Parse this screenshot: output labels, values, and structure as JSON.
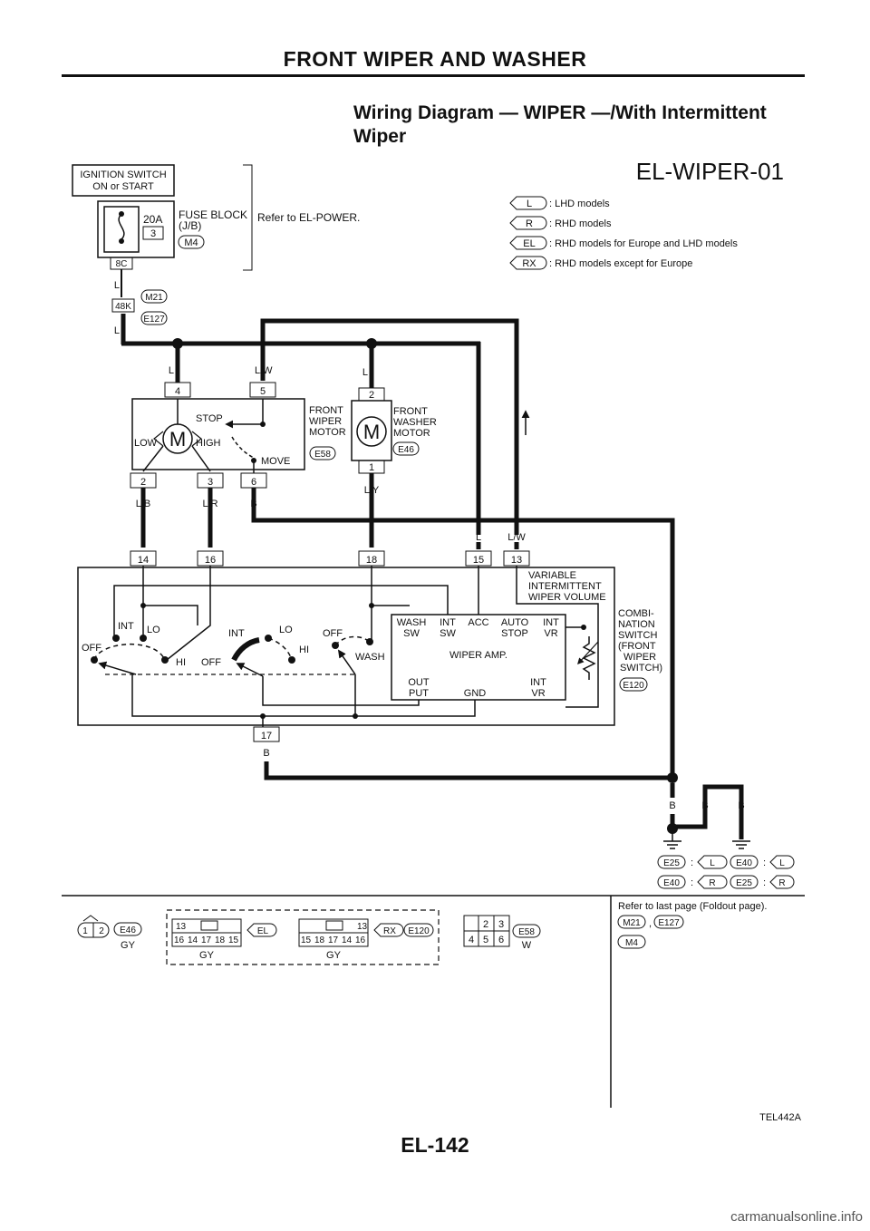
{
  "page": {
    "header": "FRONT WIPER AND WASHER",
    "title_line1": "Wiring Diagram — WIPER —/With Intermittent",
    "title_line2": "Wiper",
    "diagram_id": "EL-WIPER-01",
    "page_number": "EL-142",
    "figure_code": "TEL442A",
    "watermark": "carmanualsonline.info"
  },
  "legend": [
    {
      "code": "L",
      "desc": ": LHD models"
    },
    {
      "code": "R",
      "desc": ": RHD models"
    },
    {
      "code": "EL",
      "desc": ": RHD models for Europe and LHD models"
    },
    {
      "code": "RX",
      "desc": ": RHD models except for Europe"
    }
  ],
  "power": {
    "ignition_line1": "IGNITION SWITCH",
    "ignition_line2": "ON or START",
    "fuse_rating": "20A",
    "fuse_number": "3",
    "fuse_block_line1": "FUSE BLOCK",
    "fuse_block_line2": "(J/B)",
    "fuse_block_connector": "M4",
    "fuse_terminal": "8C",
    "refer": "Refer to EL-POWER.",
    "wire_L": "L",
    "junction_terminal": "48K",
    "junction_conn1": "M21",
    "junction_conn2": "E127"
  },
  "wiper_motor": {
    "label_line1": "FRONT",
    "label_line2": "WIPER",
    "label_line3": "MOTOR",
    "connector": "E58",
    "motor_symbol": "M",
    "stop": "STOP",
    "low": "LOW",
    "high": "HIGH",
    "move": "MOVE",
    "pins_top": [
      "4",
      "5"
    ],
    "pins_bottom": [
      "2",
      "3",
      "6"
    ],
    "wires_top": [
      "L",
      "L/W"
    ],
    "wires_bottom": [
      "L/B",
      "L/R",
      "B"
    ]
  },
  "washer_motor": {
    "label_line1": "FRONT",
    "label_line2": "WASHER",
    "label_line3": "MOTOR",
    "connector": "E46",
    "motor_symbol": "M",
    "pin_top": "2",
    "pin_bottom": "1",
    "wire_top": "L",
    "wire_bottom": "L/Y"
  },
  "combination_switch": {
    "label_line1": "COMBI-",
    "label_line2": "NATION",
    "label_line3": "SWITCH",
    "label_line4": "(FRONT",
    "label_line5": "WIPER",
    "label_line6": "SWITCH)",
    "connector": "E120",
    "pins_top": [
      "14",
      "16",
      "18",
      "15",
      "13"
    ],
    "pin_bottom": "17",
    "wires_right": [
      "L",
      "L/W"
    ],
    "wire_bottom": "B",
    "vr_line1": "VARIABLE",
    "vr_line2": "INTERMITTENT",
    "vr_line3": "WIPER VOLUME",
    "sw_off": "OFF",
    "sw_int": "INT",
    "sw_lo": "LO",
    "sw_hi": "HI",
    "sw_wash": "WASH",
    "amp_title": "WIPER AMP.",
    "amp_wash_sw": "WASH",
    "amp_wash_sw2": "SW",
    "amp_int_sw": "INT",
    "amp_int_sw2": "SW",
    "amp_acc": "ACC",
    "amp_auto": "AUTO",
    "amp_auto2": "STOP",
    "amp_int_vr": "INT",
    "amp_int_vr2": "VR",
    "amp_output": "OUT",
    "amp_output2": "PUT",
    "amp_gnd": "GND",
    "amp_int_vr_b": "INT",
    "amp_int_vr_b2": "VR"
  },
  "ground": {
    "wires": [
      "B",
      "B",
      "B"
    ],
    "row1_a": "E25",
    "row1_a_code": "L",
    "row1_b": "E40",
    "row1_b_code": "L",
    "row2_a": "E40",
    "row2_a_code": "R",
    "row2_b": "E25",
    "row2_b_code": "R",
    "colon": ":"
  },
  "connectors": {
    "e46_pins": [
      "1",
      "2"
    ],
    "e46_name": "E46",
    "e46_color": "GY",
    "el_top_pin": "13",
    "el_pins": [
      "16",
      "14",
      "17",
      "18",
      "15"
    ],
    "el_code": "EL",
    "el_color": "GY",
    "rx_top_pin": "13",
    "rx_pins": [
      "15",
      "18",
      "17",
      "14",
      "16"
    ],
    "rx_code": "RX",
    "rx_name": "E120",
    "rx_color": "GY",
    "e58_pins_top": [
      "2",
      "3"
    ],
    "e58_pins_bottom": [
      "4",
      "5",
      "6"
    ],
    "e58_name": "E58",
    "e58_color": "W",
    "refer_last": "Refer to last page (Foldout page).",
    "ref_m21": "M21",
    "ref_comma": ",",
    "ref_e127": "E127",
    "ref_m4": "M4"
  }
}
